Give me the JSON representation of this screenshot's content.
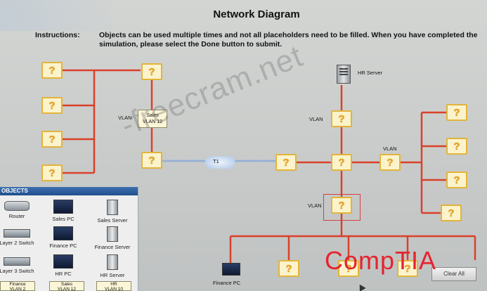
{
  "title": "Network Diagram",
  "instructions": {
    "label": "Instructions:",
    "text": "Objects can be used multiple times and not all placeholders need to be filled. When you have completed the simulation, please select the Done button to submit."
  },
  "placeholder_mark": "?",
  "diagram": {
    "vlan_label": "VLAN",
    "sales_vlan_label": "Sales\nVLAN 12",
    "t1_label": "T1",
    "hr_server_label": "HR Server",
    "finance_pc_label": "Finance PC"
  },
  "objects_panel": {
    "header": "OBJECTS",
    "items": [
      {
        "label": "Router",
        "icon": "router-icon"
      },
      {
        "label": "Sales PC",
        "icon": "pc-icon"
      },
      {
        "label": "Sales Server",
        "icon": "server-icon"
      },
      {
        "label": "Layer 2 Switch",
        "icon": "switch-icon"
      },
      {
        "label": "Finance PC",
        "icon": "pc-icon"
      },
      {
        "label": "Finance Server",
        "icon": "server-icon"
      },
      {
        "label": "Layer 3 Switch",
        "icon": "switch-icon"
      },
      {
        "label": "HR PC",
        "icon": "pc-icon"
      },
      {
        "label": "HR Server",
        "icon": "server-icon"
      }
    ],
    "vlan_tabs": [
      "Finance\nVLAN 2",
      "Sales\nVLAN 12",
      "HR\nVLAN 10"
    ]
  },
  "buttons": {
    "clear_all": "Clear All"
  },
  "watermark": "-freecram.net",
  "brand_overlay": "CompTIA",
  "colors": {
    "link_red": "#d9412a",
    "placeholder_border": "#e2b43a",
    "placeholder_fill": "#fbf3cc",
    "question_mark": "#e9a31a",
    "t1_link": "#8ec4f0",
    "objects_header": "#2a5a9a",
    "brand_red": "#e4242f"
  }
}
